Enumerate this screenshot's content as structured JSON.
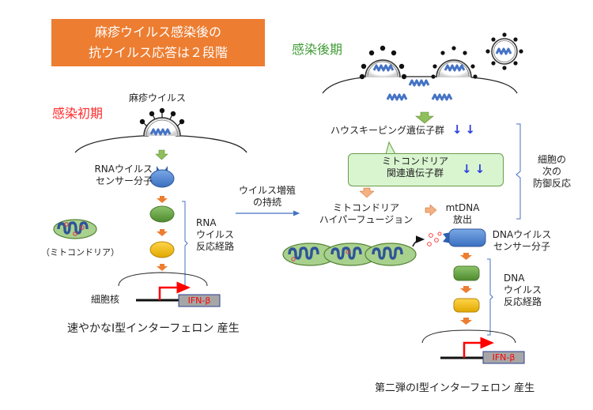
{
  "title_box": {
    "line1": "麻疹ウイルス感染後の",
    "line2": "抗ウイルス応答は２段階",
    "bg_color": "#ed7d31"
  },
  "early_phase": {
    "heading": "感染初期",
    "heading_color": "#ff2a2a",
    "virus_label": "麻疹ウイルス",
    "sensor_label_1": "RNAウイルス",
    "sensor_label_2": "センサー分子",
    "pathway_label_1": "RNA",
    "pathway_label_2": "ウイルス",
    "pathway_label_3": "反応経路",
    "mito_label": "（ミトコンドリア）",
    "nucleus_label": "細胞核",
    "gene_label": "IFN-β",
    "caption": "速やかなⅠ型インターフェロン 産生"
  },
  "transition": {
    "line1": "ウイルス増殖",
    "line2": "の持続"
  },
  "late_phase": {
    "heading": "感染後期",
    "heading_color": "#3f9c35",
    "housekeeping_label": "ハウスキーピング遺伝子群",
    "housekeeping_arrows": "↓↓",
    "mito_genes_label_1": "ミトコンドリア",
    "mito_genes_label_2": "関連遺伝子群",
    "mito_genes_arrows": "↓↓",
    "hyperfusion_label_1": "ミトコンドリア",
    "hyperfusion_label_2": "ハイパーフュージョン",
    "mtdna_label_1": "mtDNA",
    "mtdna_label_2": "放出",
    "sensor_label_1": "DNAウイルス",
    "sensor_label_2": "センサー分子",
    "pathway_label_1": "DNA",
    "pathway_label_2": "ウイルス",
    "pathway_label_3": "反応経路",
    "side_label_1": "細胞の",
    "side_label_2": "次の",
    "side_label_3": "防御反応",
    "gene_label": "IFN-β",
    "caption": "第二弾のⅠ型インターフェロン 産生"
  },
  "colors": {
    "rna": "#4472c4",
    "sensor_blue": "#5b8fd6",
    "green_node": "#70ad47",
    "yellow_node": "#ffc000",
    "orange_arrow": "#ed7d31",
    "green_arrow": "#8fbf5a",
    "promoter_red": "#ff0000",
    "gene_box": "#a6a6a6"
  }
}
